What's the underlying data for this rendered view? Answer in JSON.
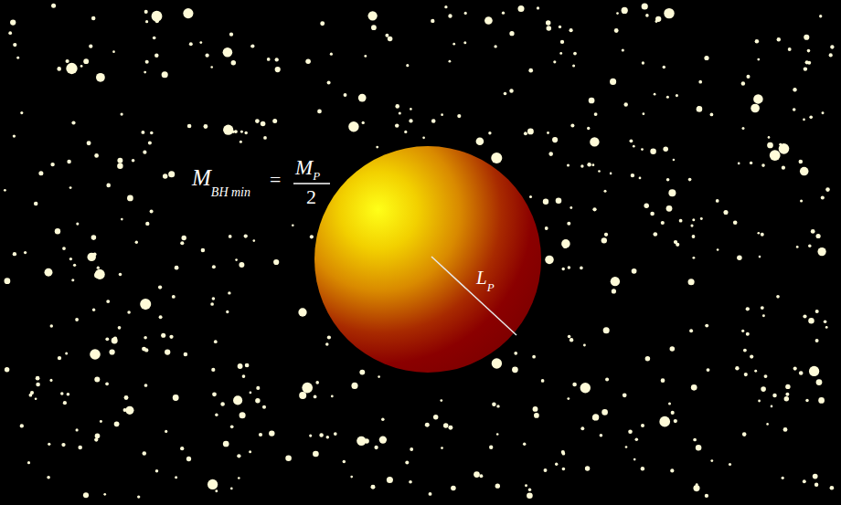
{
  "diagram": {
    "labels": [
      "M",
      "BH min",
      "=",
      "M",
      "P",
      "2",
      "L",
      "P"
    ]
  }
}
